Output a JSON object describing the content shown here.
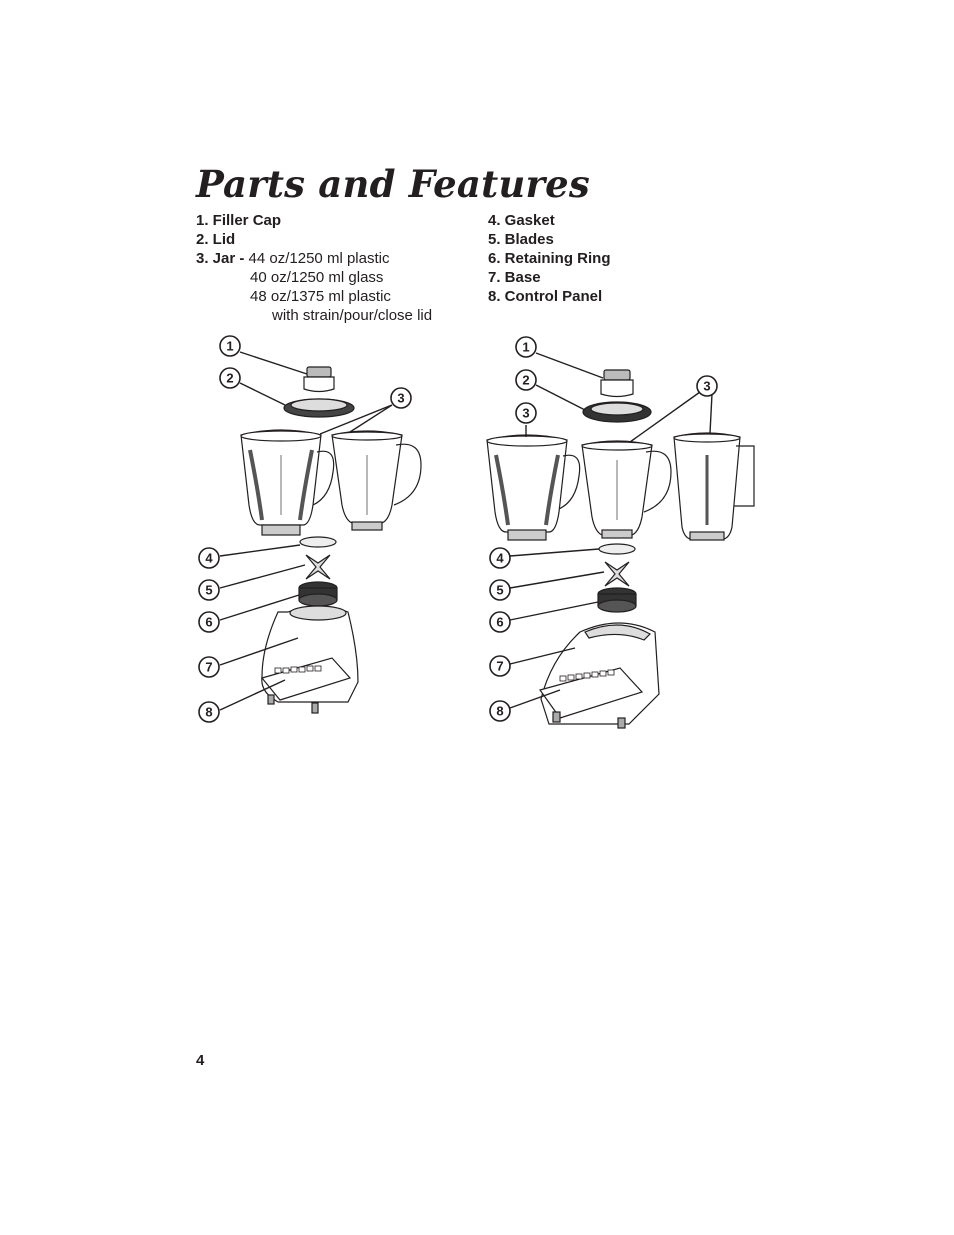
{
  "title": "Parts and Features",
  "parts_left": [
    {
      "label": "1. Filler Cap"
    },
    {
      "label": "2. Lid"
    },
    {
      "label": "3. Jar -",
      "details": [
        "44 oz/1250 ml plastic",
        "40 oz/1250 ml glass",
        "48 oz/1375 ml plastic",
        "with strain/pour/close lid"
      ]
    }
  ],
  "parts_right": [
    {
      "label": "4. Gasket"
    },
    {
      "label": "5. Blades"
    },
    {
      "label": "6. Retaining Ring"
    },
    {
      "label": "7. Base"
    },
    {
      "label": "8. Control Panel"
    }
  ],
  "callouts": [
    "1",
    "2",
    "3",
    "4",
    "5",
    "6",
    "7",
    "8"
  ],
  "page_number": "4"
}
